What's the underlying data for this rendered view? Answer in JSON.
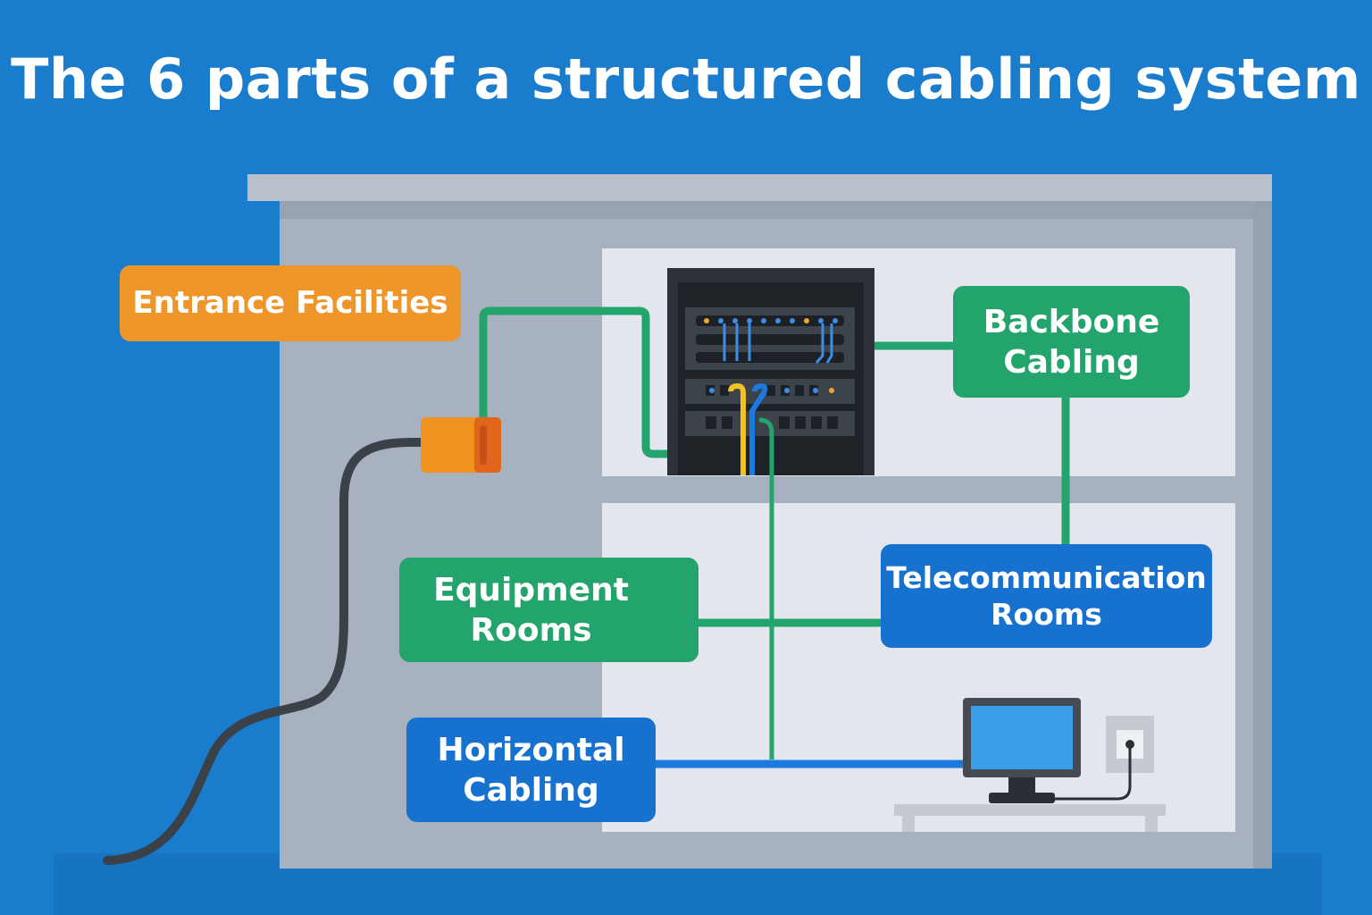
{
  "title": "The 6 parts of a structured cabling system",
  "labels": {
    "entrance": "Entrance Facilities",
    "backbone": [
      "Backbone",
      "Cabling"
    ],
    "equipment": [
      "Equipment",
      "Rooms"
    ],
    "telecom": [
      "Telecommunication",
      "Rooms"
    ],
    "horizontal": [
      "Horizontal",
      "Cabling"
    ]
  },
  "colors": {
    "background": "#1a7ccc",
    "orange": "#ee962a",
    "green": "#22a46c",
    "blue": "#1772cf",
    "wall": "#a7b1bf",
    "room": "#e3e6ec"
  }
}
